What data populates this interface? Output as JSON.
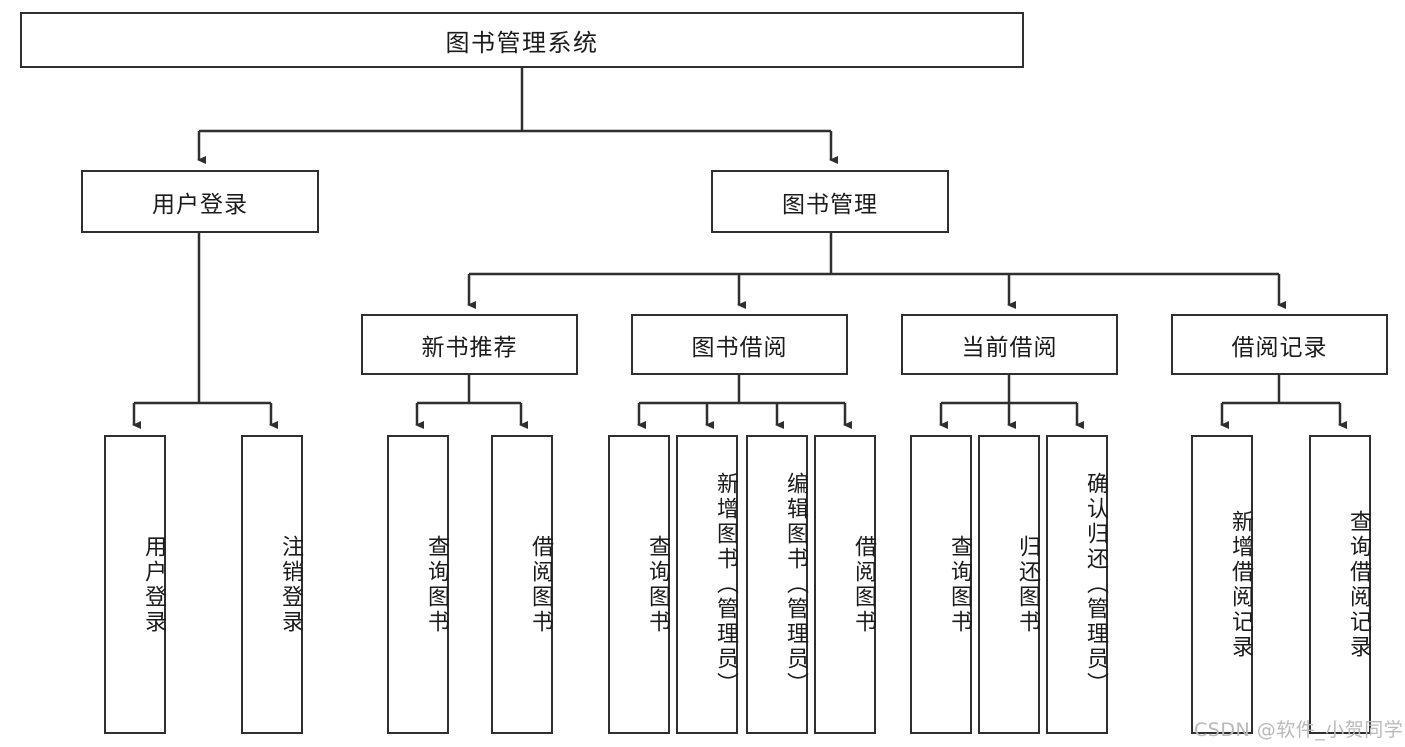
{
  "diagram": {
    "title": "图书管理系统",
    "type": "tree",
    "nodes": {
      "root": {
        "label": "图书管理系统"
      },
      "level2": [
        {
          "id": "user-login",
          "label": "用户登录"
        },
        {
          "id": "book-manage",
          "label": "图书管理"
        }
      ],
      "level3": [
        {
          "id": "new-book-recommend",
          "label": "新书推荐"
        },
        {
          "id": "book-borrow",
          "label": "图书借阅"
        },
        {
          "id": "current-borrow",
          "label": "当前借阅"
        },
        {
          "id": "borrow-record",
          "label": "借阅记录"
        }
      ],
      "leaves": {
        "user-login": [
          {
            "id": "leaf-user-login",
            "label": "用户登录"
          },
          {
            "id": "leaf-user-logout",
            "label": "注销登录"
          }
        ],
        "new-book-recommend": [
          {
            "id": "leaf-query-book-1",
            "label": "查询图书"
          },
          {
            "id": "leaf-borrow-book-1",
            "label": "借阅图书"
          }
        ],
        "book-borrow": [
          {
            "id": "leaf-query-book-2",
            "label": "查询图书"
          },
          {
            "id": "leaf-add-book",
            "label": "新增图书（管理员）"
          },
          {
            "id": "leaf-edit-book",
            "label": "编辑图书（管理员）"
          },
          {
            "id": "leaf-borrow-book-2",
            "label": "借阅图书"
          }
        ],
        "current-borrow": [
          {
            "id": "leaf-query-book-3",
            "label": "查询图书"
          },
          {
            "id": "leaf-return-book",
            "label": "归还图书"
          },
          {
            "id": "leaf-confirm-return",
            "label": "确认归还（管理员）"
          }
        ],
        "borrow-record": [
          {
            "id": "leaf-add-record",
            "label": "新增借阅记录"
          },
          {
            "id": "leaf-query-record",
            "label": "查询借阅记录"
          }
        ]
      }
    },
    "colors": {
      "border": "#2f2f2f",
      "text": "#1b1b1b",
      "background": "#ffffff",
      "watermark": "#b9b9b9"
    }
  },
  "watermark": {
    "text": "CSDN @软件_小贺同学"
  }
}
